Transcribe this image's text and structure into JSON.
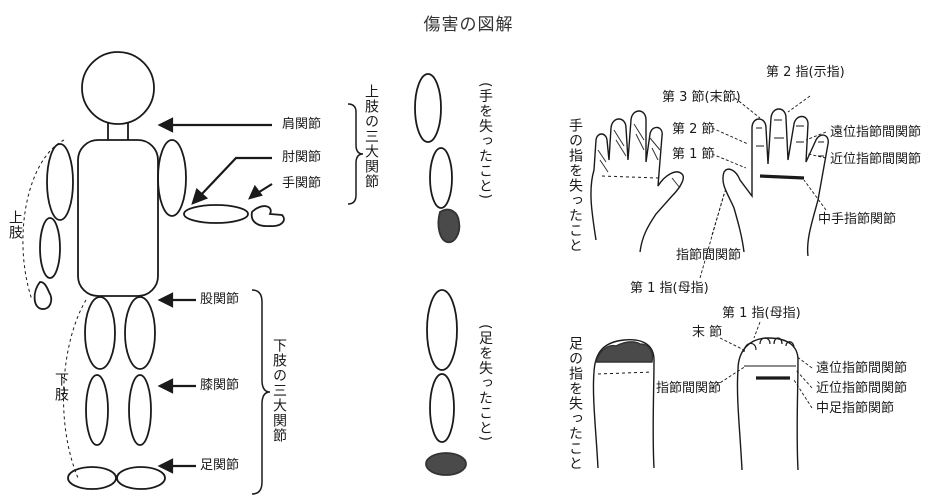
{
  "title": "傷害の図解",
  "body": {
    "upper_limb_group": "上肢の三大関節",
    "upper_joints": [
      "肩関節",
      "肘関節",
      "手関節"
    ],
    "lower_limb_group": "下肢の三大関節",
    "lower_joints": [
      "股関節",
      "膝関節",
      "足関節"
    ],
    "upper_limb": "上肢",
    "lower_limb": "下肢"
  },
  "limbs": {
    "lost_hand": "(手を失ったこと)",
    "lost_foot": "(足を失ったこと)"
  },
  "hand": {
    "caption": "手の指を失ったこと",
    "labels": {
      "second_finger": "第 2 指(示指)",
      "third_joint": "第 3 節(末節)",
      "second_joint": "第 2 節",
      "first_joint": "第 1 節",
      "dip": "遠位指節間関節",
      "pip": "近位指節間関節",
      "mcp": "中手指節関節",
      "ip": "指節間関節",
      "first_finger": "第 1 指(母指)"
    }
  },
  "foot": {
    "caption": "足の指を失ったこと",
    "labels": {
      "first_toe": "第 1 指(母指)",
      "end_joint": "末 節",
      "ip": "指節間関節",
      "dip": "遠位指節間関節",
      "pip": "近位指節間関節",
      "mtp": "中足指節関節"
    }
  },
  "colors": {
    "ink": "#1a1a1a",
    "title": "#333333",
    "shade": "#4a4a4a"
  }
}
